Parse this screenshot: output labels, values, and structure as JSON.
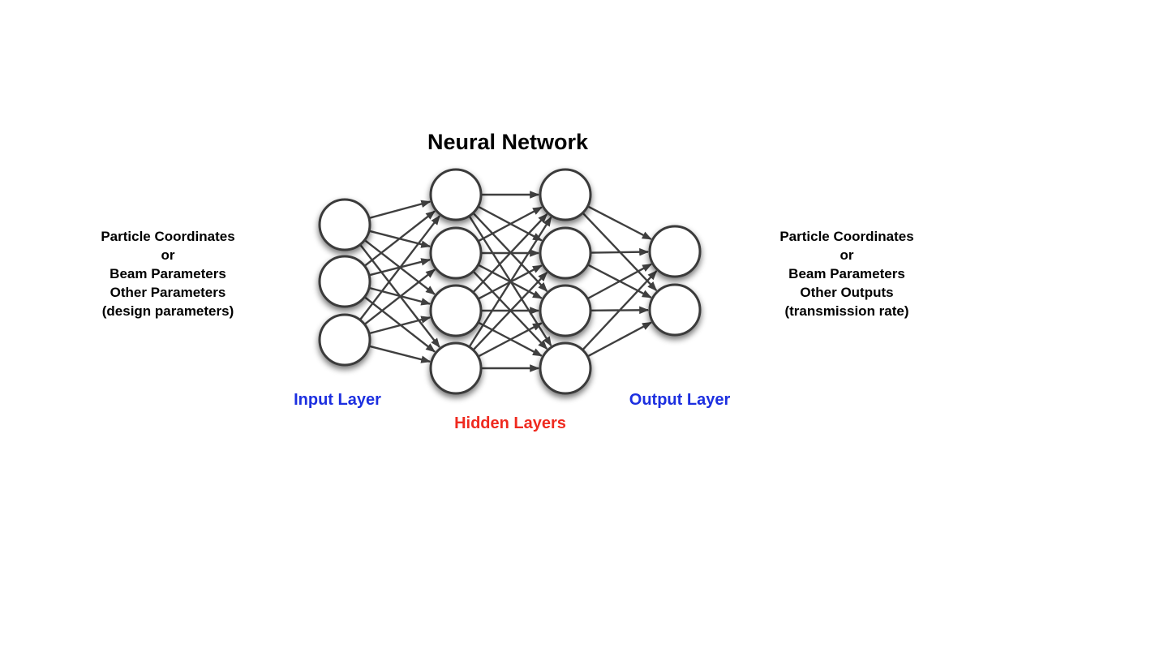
{
  "title": "Neural Network",
  "colors": {
    "input_label": "#1c2fe0",
    "output_label": "#1c2fe0",
    "hidden_label": "#ef2a1f",
    "node_stroke": "#3a3a3a",
    "edge": "#3f3f3f"
  },
  "layers": [
    {
      "name": "input",
      "nodes": 3
    },
    {
      "name": "hidden1",
      "nodes": 4
    },
    {
      "name": "hidden2",
      "nodes": 4
    },
    {
      "name": "output",
      "nodes": 2
    }
  ],
  "layer_labels": {
    "input": "Input Layer",
    "hidden": "Hidden Layers",
    "output": "Output Layer"
  },
  "inputs_text": {
    "line1": "Particle Coordinates",
    "line2": "or",
    "line3": "Beam Parameters",
    "line4": "Other Parameters",
    "line5": "(design parameters)"
  },
  "outputs_text": {
    "line1": "Particle Coordinates",
    "line2": "or",
    "line3": "Beam Parameters",
    "line4": "Other Outputs",
    "line5": "(transmission rate)"
  }
}
